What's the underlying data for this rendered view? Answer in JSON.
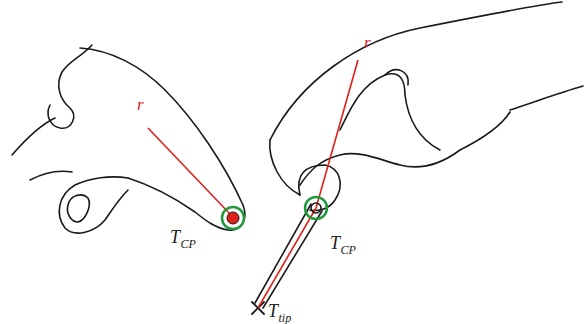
{
  "diagram": {
    "labels": [
      "r⃗",
      "r⃗",
      "T",
      "CP",
      "T",
      "CP",
      "T",
      "tip"
    ]
  }
}
